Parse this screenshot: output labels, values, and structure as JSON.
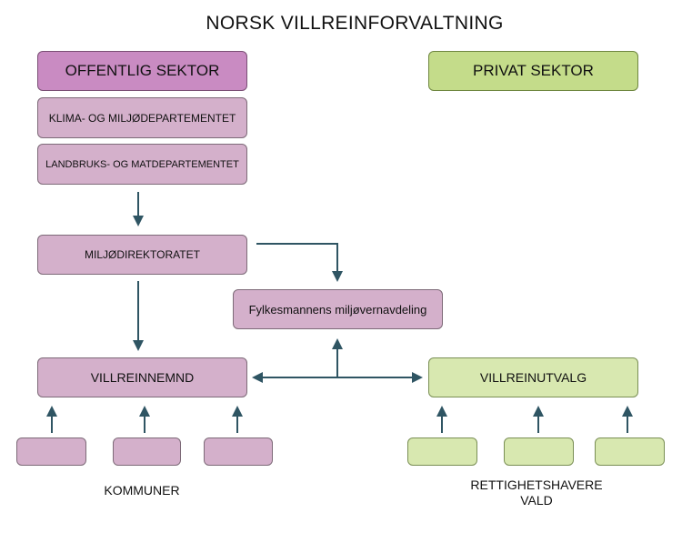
{
  "title": "NORSK VILLREINFORVALTNING",
  "public_sector": {
    "header": "OFFENTLIG SEKTOR",
    "clima": "KLIMA- OG MILJØDEPARTEMENTET",
    "agri": "LANDBRUKS- OG MATDEPARTEMENTET",
    "directorate": "MILJØDIREKTORATET",
    "county": "Fylkesmannens miljøvernavdeling",
    "board": "VILLREINNEMND",
    "municipalities_label": "KOMMUNER"
  },
  "private_sector": {
    "header": "PRIVAT SEKTOR",
    "committee": "VILLREINUTVALG",
    "rights_label_line1": "RETTIGHETSHAVERE",
    "rights_label_line2": "VALD"
  },
  "colors": {
    "arrow": "#2f5563",
    "purple_header": "#c98bc2",
    "purple_box": "#d4b0cb",
    "green_header": "#c4dc8a",
    "green_box": "#d8e8b0"
  }
}
